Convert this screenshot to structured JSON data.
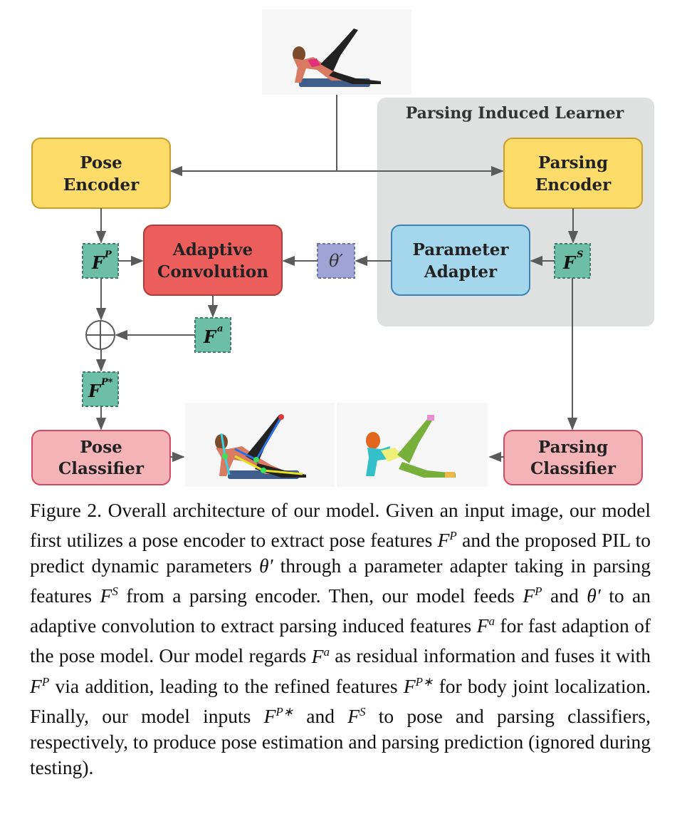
{
  "diagram": {
    "panel_title": "Parsing Induced Learner",
    "pose_encoder": [
      "Pose",
      "Encoder"
    ],
    "parsing_encoder": [
      "Parsing",
      "Encoder"
    ],
    "adaptive_convolution": [
      "Adaptive",
      "Convolution"
    ],
    "parameter_adapter": [
      "Parameter",
      "Adapter"
    ],
    "pose_classifier": [
      "Pose",
      "Classifier"
    ],
    "parsing_classifier": [
      "Parsing",
      "Classifier"
    ],
    "features": {
      "fp": {
        "base": "F",
        "sup": "P"
      },
      "fs": {
        "base": "F",
        "sup": "S"
      },
      "fa": {
        "base": "F",
        "sup": "a"
      },
      "fpstar": {
        "base": "F",
        "sup": "P*"
      },
      "theta": "θ′"
    },
    "colors": {
      "encoder": "#fddc6a",
      "adaptive": "#ec5e5b",
      "adapter": "#a4d6ec",
      "classifier": "#f3b3b7",
      "feature": "#6cbfa6",
      "theta": "#9ea5d6",
      "panel": "#dfe0e0"
    }
  },
  "caption": {
    "label": "Figure 2.",
    "t1": "Overall architecture of our model. Given an input image, our model first utilizes a pose encoder to extract pose features",
    "t2": "and the proposed PIL to predict dynamic parameters",
    "t3": "through a parameter adapter taking in parsing features",
    "t4": "from a parsing en­coder. Then, our model feeds",
    "t5": "and",
    "t6": "to an adaptive convolution to extract parsing induced features",
    "t7": "for fast adaption of the pose model. Our model regards",
    "t8": "as residual information and fuses it with",
    "t9": "via addition, leading to the refined features",
    "t10": "for body joint localization. Finally, our model inputs",
    "t11": "and",
    "t12": "to pose and parsing classifiers, respectively, to produce pose estimation and parsing prediction (ignored during testing).",
    "F": "F",
    "P": "P",
    "S": "S",
    "a": "a",
    "Pstar": "P∗",
    "theta": "θ′"
  }
}
